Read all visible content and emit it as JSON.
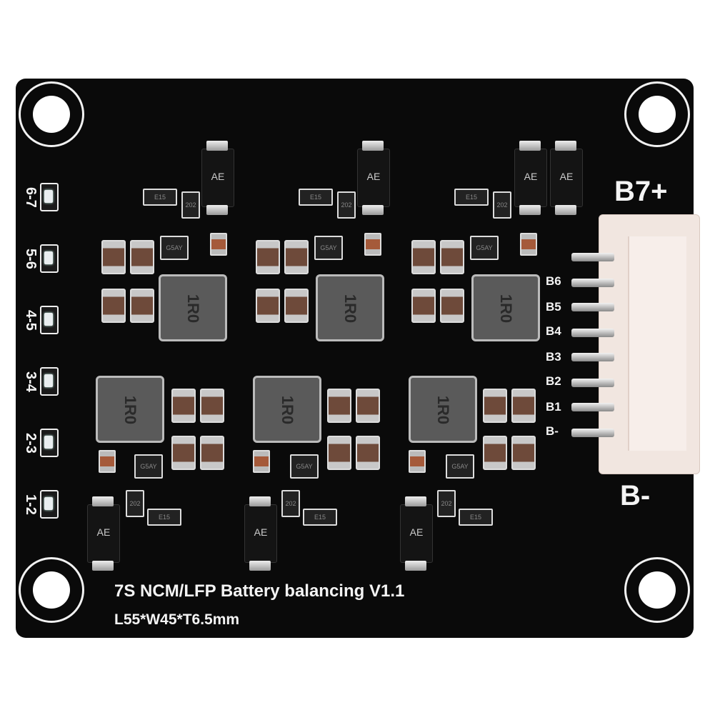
{
  "board": {
    "title": "7S NCM/LFP Battery balancing V1.1",
    "dimensions": "L55*W45*T6.5mm",
    "top_terminal": "B7+",
    "bottom_terminal": "B-"
  },
  "connector_pins": [
    "B6",
    "B5",
    "B4",
    "B3",
    "B2",
    "B1",
    "B-"
  ],
  "led_labels": [
    "6-7",
    "5-6",
    "4-5",
    "3-4",
    "2-3",
    "1-2"
  ],
  "diode_marking": "AE",
  "inductor_marking": "1R0",
  "chip_marking": "G5AY",
  "resistor_marking": "202",
  "resistor_marking_2": "E15",
  "colors": {
    "board": "#0a0a0a",
    "silkscreen": "#f4f4f4",
    "connector": "#f1e6e0"
  }
}
